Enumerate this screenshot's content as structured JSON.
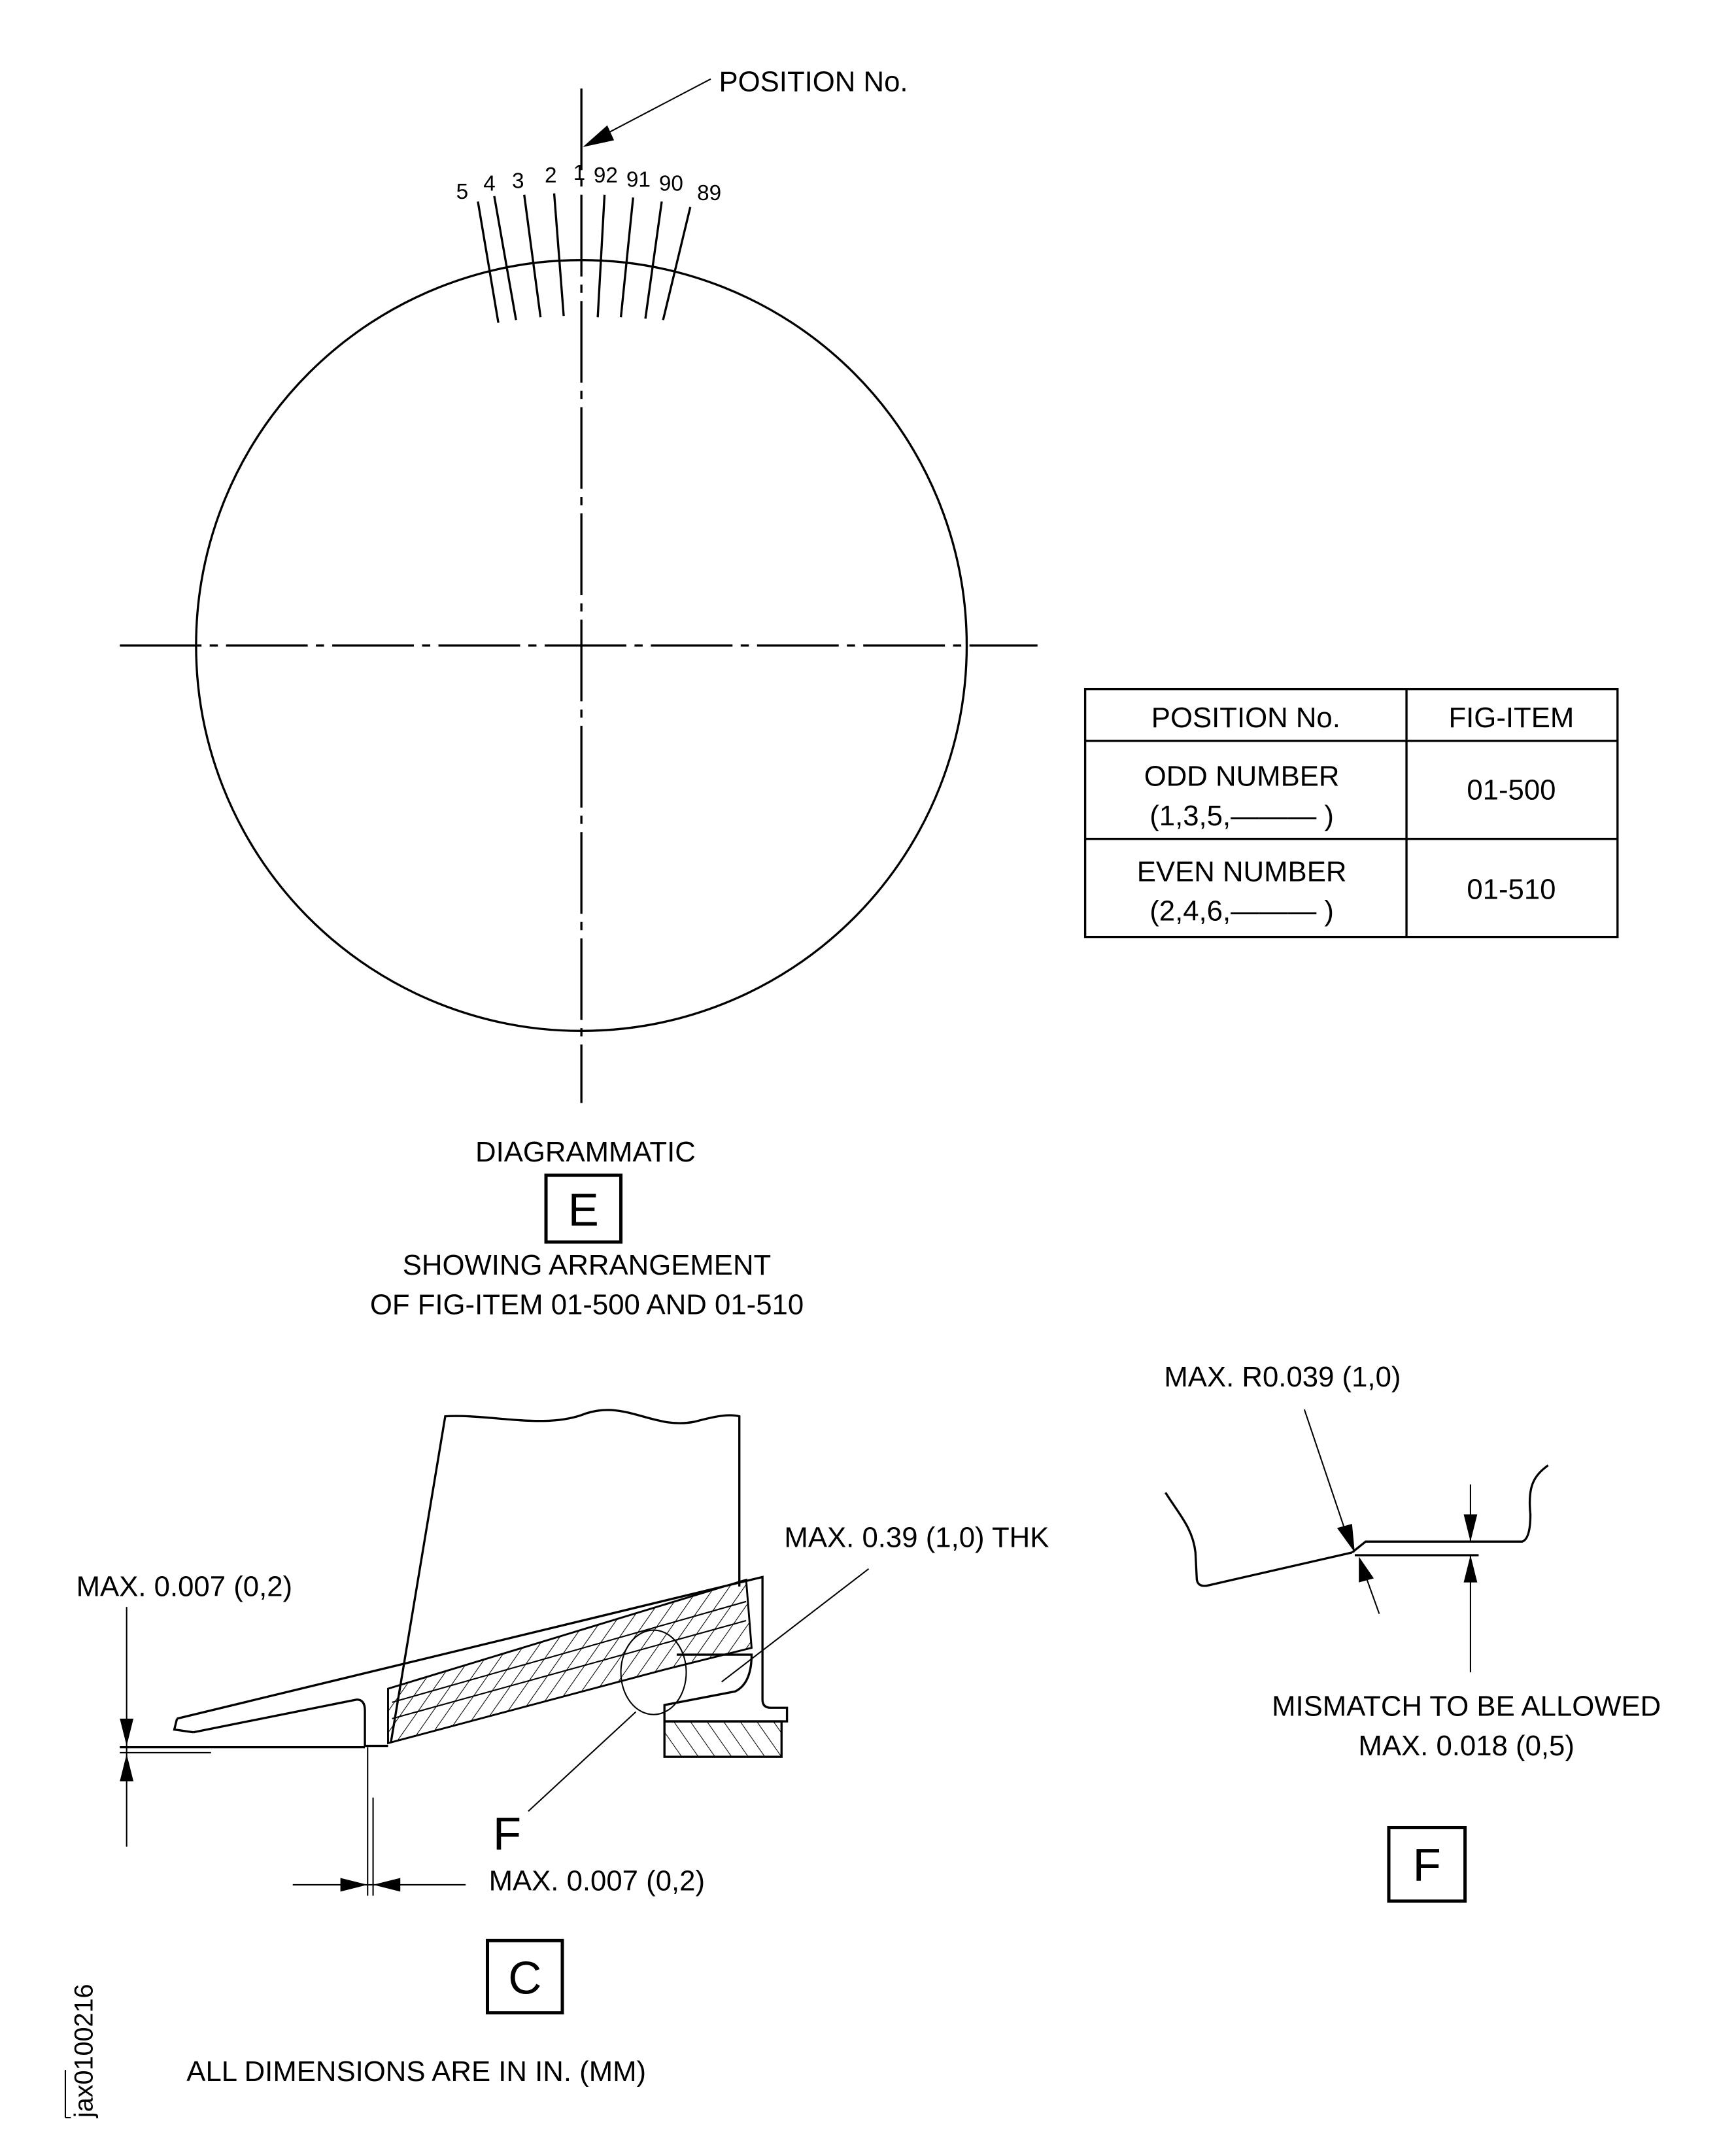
{
  "view_e": {
    "pointer_label": "POSITION No.",
    "positions": [
      "5",
      "4",
      "3",
      "2",
      "1",
      "92",
      "91",
      "90",
      "89"
    ],
    "caption_top": "DIAGRAMMATIC",
    "view_letter": "E",
    "caption_line1": "SHOWING ARRANGEMENT",
    "caption_line2": "OF FIG-ITEM 01-500 AND 01-510"
  },
  "table": {
    "headers": [
      "POSITION No.",
      "FIG-ITEM"
    ],
    "rows": [
      {
        "position": "ODD NUMBER",
        "sequence": "(1,3,5,——— )",
        "fig_item": "01-500"
      },
      {
        "position": "EVEN NUMBER",
        "sequence": "(2,4,6,——— )",
        "fig_item": "01-510"
      }
    ]
  },
  "view_c": {
    "dim_vertical": "MAX. 0.007 (0,2)",
    "dim_horizontal": "MAX. 0.007 (0,2)",
    "thickness_note": "MAX. 0.39 (1,0) THK",
    "detail_ref": "F",
    "view_letter": "C",
    "units_note": "ALL DIMENSIONS ARE IN IN. (MM)"
  },
  "view_f": {
    "radius_note": "MAX. R0.039 (1,0)",
    "mismatch_line1": "MISMATCH TO BE ALLOWED",
    "mismatch_line2": "MAX. 0.018 (0,5)",
    "view_letter": "F"
  },
  "figure_id": "jax0100216"
}
